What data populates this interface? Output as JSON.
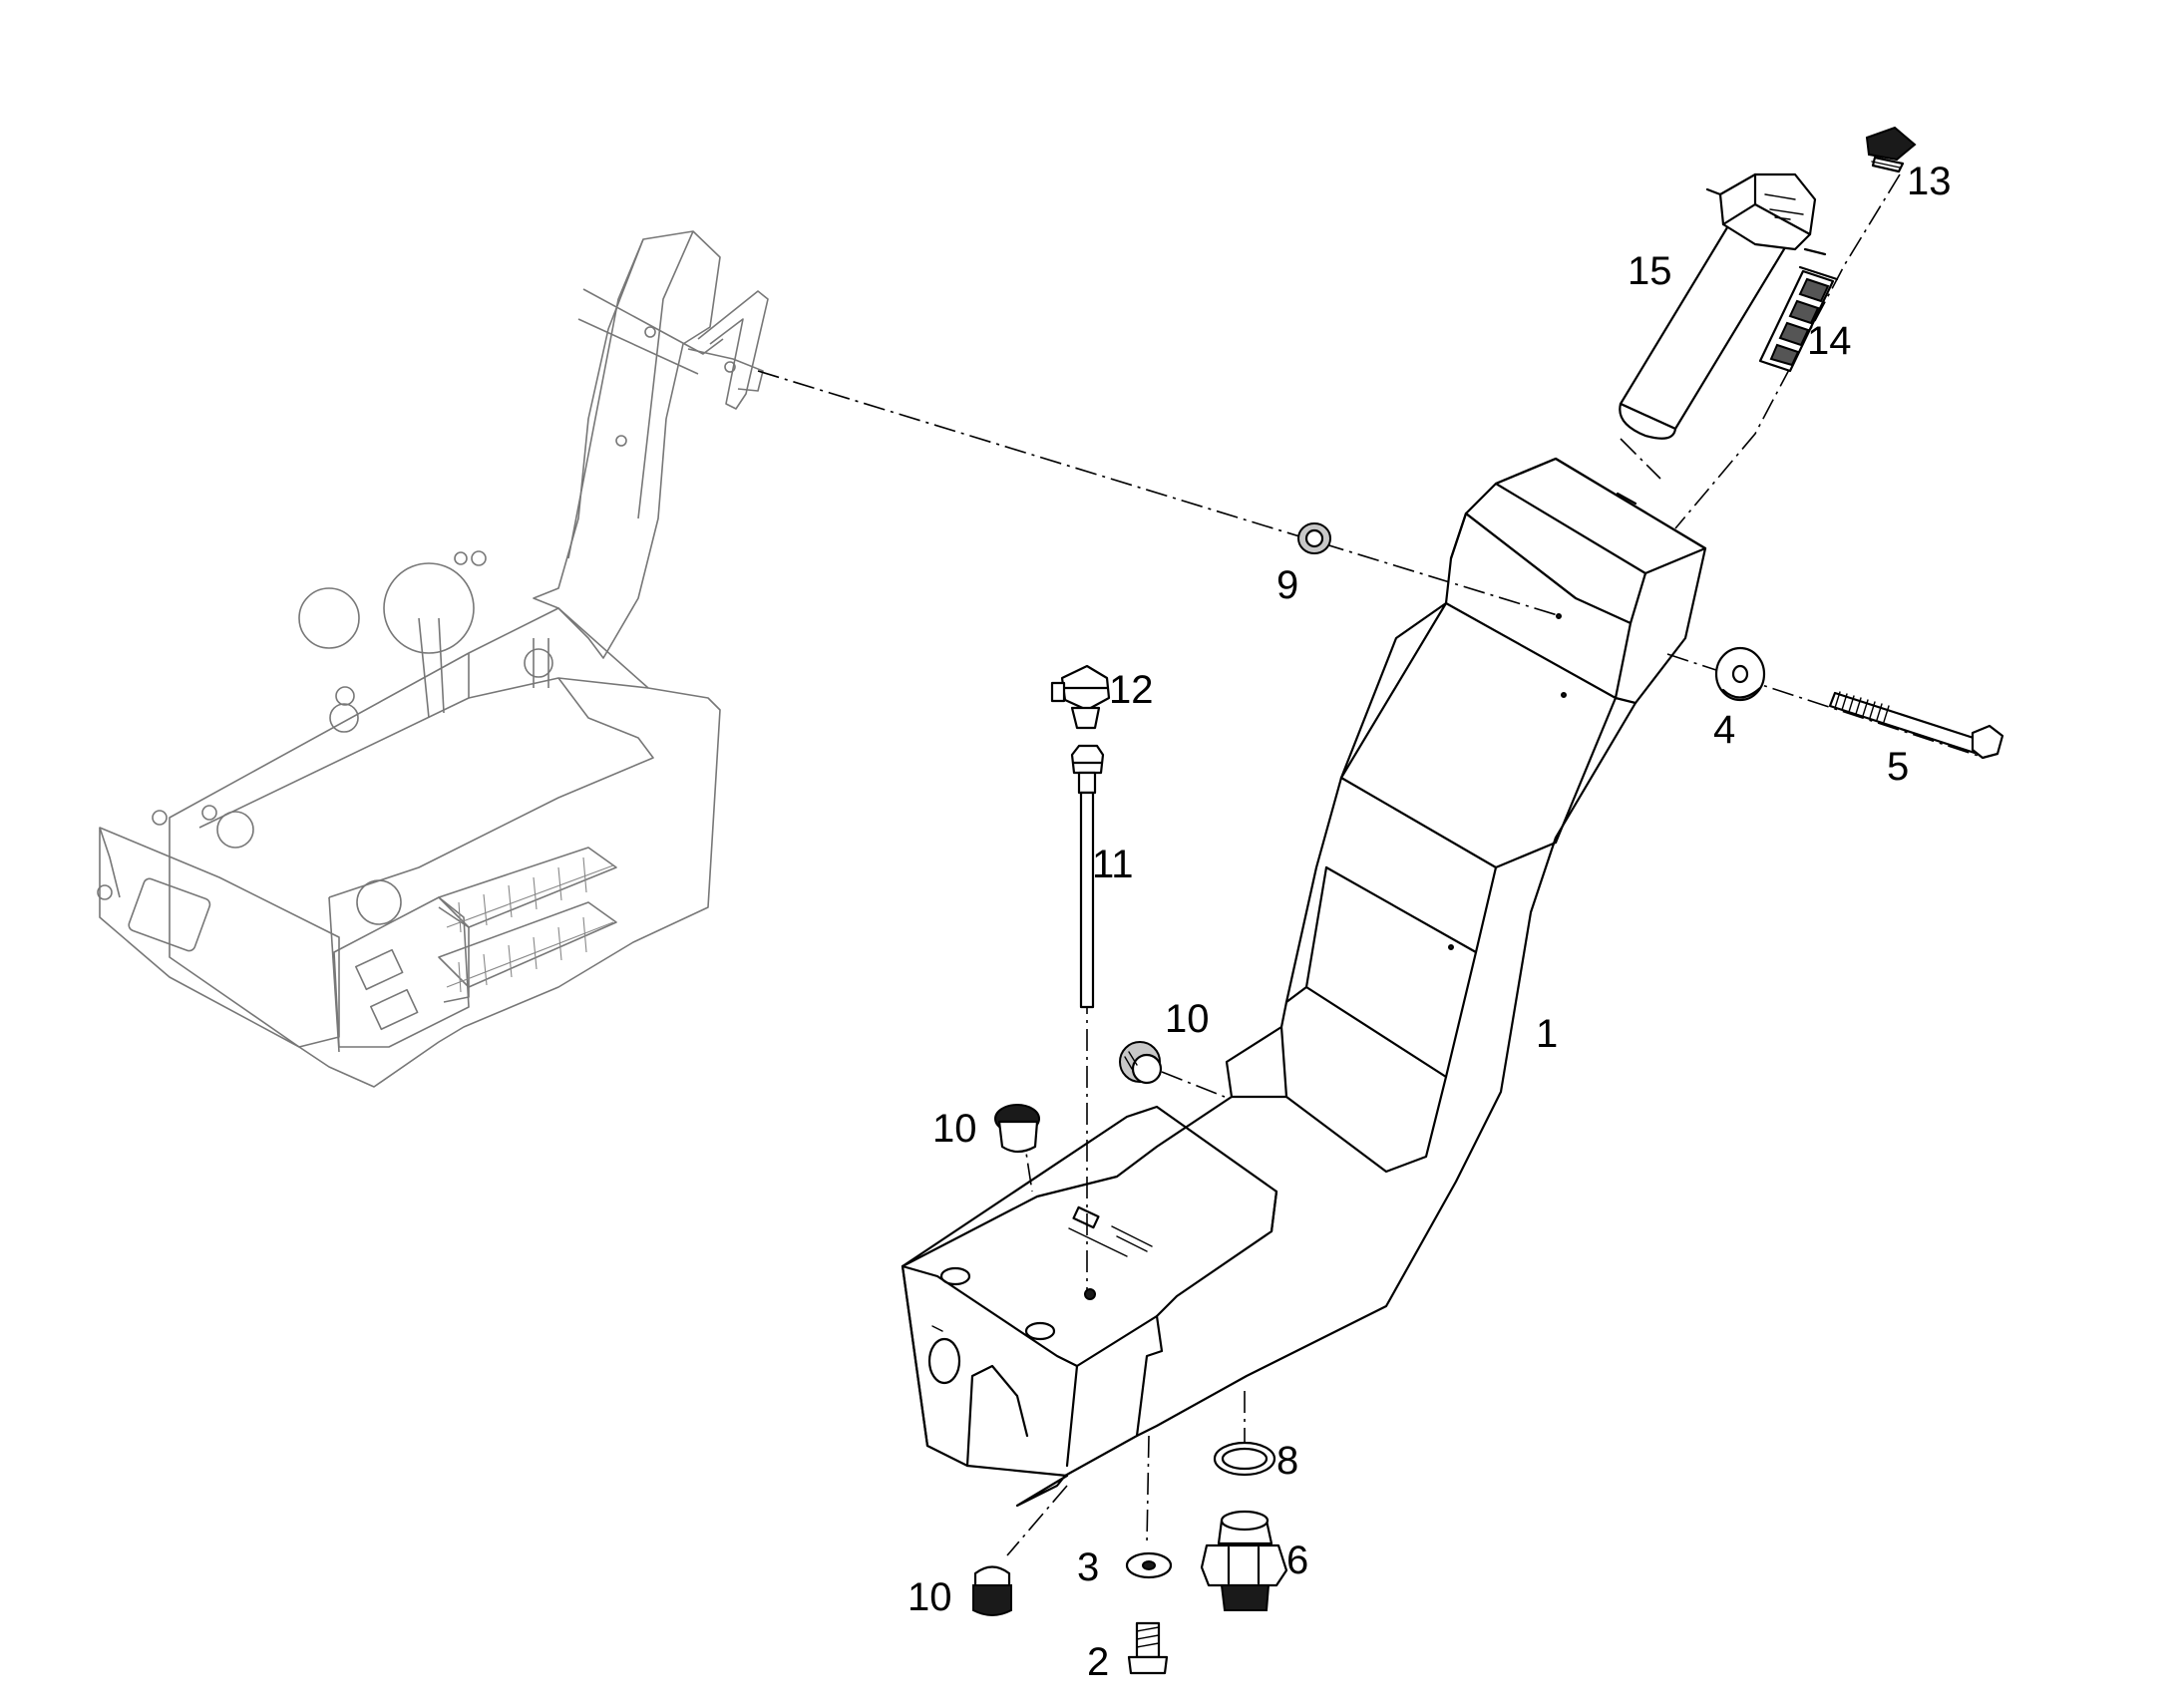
{
  "callouts": {
    "c1": "1",
    "c2": "2",
    "c3": "3",
    "c4": "4",
    "c5": "5",
    "c6": "6",
    "c8": "8",
    "c9": "9",
    "c10a": "10",
    "c10b": "10",
    "c10c": "10",
    "c11": "11",
    "c12": "12",
    "c13": "13",
    "c14": "14",
    "c15": "15"
  }
}
